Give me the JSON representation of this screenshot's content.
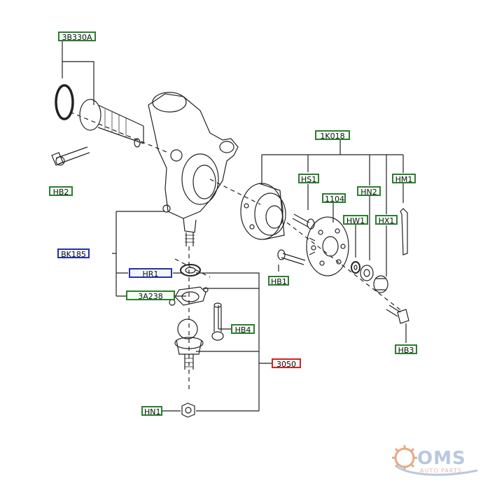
{
  "callouts": {
    "3B330A": "3B330A",
    "HB2": "HB2",
    "BK185": "BK185",
    "HR1": "HR1",
    "3A238": "3A238",
    "HB4": "HB4",
    "3050": "3050",
    "HN1": "HN1",
    "1K018": "1K018",
    "HS1": "HS1",
    "1104": "1104",
    "HN2": "HN2",
    "HM1": "HM1",
    "HW1": "HW1",
    "HX1": "HX1",
    "HB1": "HB1",
    "HB3": "HB3"
  },
  "watermark": {
    "name": "OMS",
    "tagline": "AUTO PARTS"
  },
  "colors": {
    "callout_green": "#2e7d32",
    "callout_blue": "#2432a8",
    "callout_red": "#c62828",
    "line": "#222222"
  }
}
